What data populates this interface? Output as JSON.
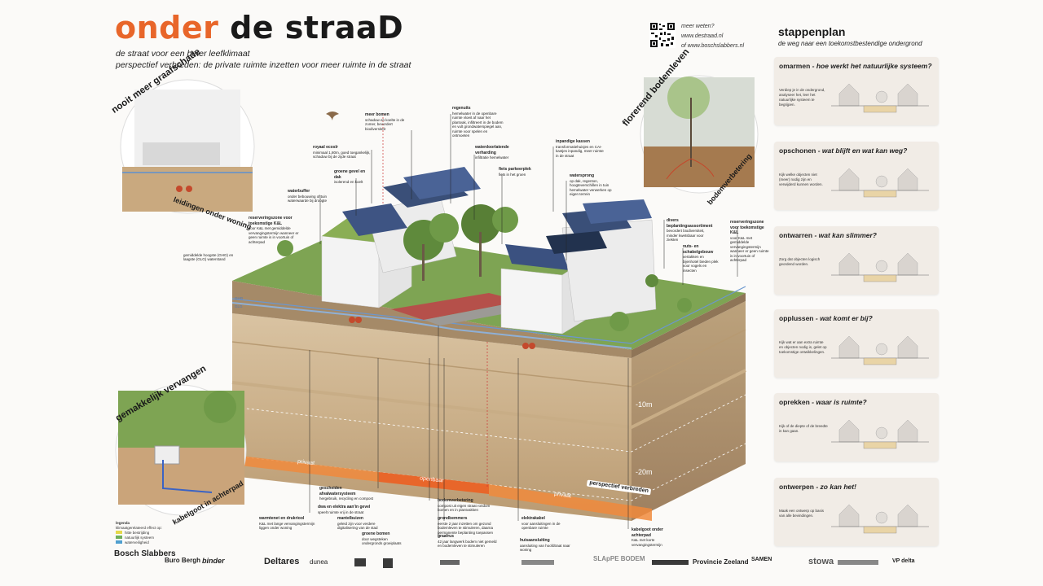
{
  "header": {
    "title_accent": "onder",
    "title_rest": " de straaD",
    "subtitle_1": "de straat voor een beter leefklimaat",
    "subtitle_2": "perspectief verbreden: de private ruimte inzetten voor meer ruimte in de straat",
    "more_info": "meer weten?",
    "url_1": "www.destraad.nl",
    "url_2": "of  www.boschslabbers.nl"
  },
  "stappenplan": {
    "title": "stappenplan",
    "subtitle": "de weg naar een toekomstbestendige ondergrond",
    "steps": [
      {
        "name": "omarmen",
        "question": " - hoe werkt het natuurlijke systeem?",
        "text": "Verdiep je in de ondergrond, analyseer het, leer het natuurlijke systeem te begrijpen."
      },
      {
        "name": "opschonen",
        "question": " - wat blijft en wat kan weg?",
        "text": "Kijk welke objecten niet (meer) nodig zijn en verwijderd kunnen worden."
      },
      {
        "name": "ontwarren",
        "question": " - wat kan slimmer?",
        "text": "Zorg dat objecten logisch geordend worden."
      },
      {
        "name": "opplussen",
        "question": " - wat komt er bij?",
        "text": "Kijk wat er aan extra ruimte en objecten nodig is, gelet op toekomstige ontwikkelingen."
      },
      {
        "name": "oprekken",
        "question": " - waar is ruimte?",
        "text": "Kijk of de diepte of de breedte in kan gaan."
      },
      {
        "name": "ontwerpen",
        "question": " - zo kan het!",
        "text": "Maak een ontwerp op basis van alle bevindingen."
      }
    ]
  },
  "circles": {
    "top_left": {
      "title": "nooit meer graafschade",
      "caption": "leidingen onder woning"
    },
    "top_right": {
      "title": "florerend bodemleven",
      "caption": "bodemverbetering"
    },
    "bottom_left": {
      "title": "gemakkelijk vervangen",
      "caption": "kabelgoot in achterpad"
    }
  },
  "depth": {
    "m10": "-10m",
    "m20": "-20m",
    "privaat_left": "privaat",
    "openbaar": "openbaar",
    "privaat_right": "privaat",
    "perspectief": "perspectief verbreden"
  },
  "labels": {
    "meer_bomen": {
      "title": "meer bomen",
      "text": "schaduw en koelte in de zomer, bevordert biodiversiteit"
    },
    "regenuits": {
      "title": "regenuits",
      "text": "hemelwater in de openbare ruimte vloeit af naar het plantvak, infiltreert in de bodem en vult grondwaterspiegel aan, ruimte voor spelen en ontmoeten"
    },
    "royaal": {
      "title": "royaal ecoslr",
      "text": "minimaal 1,80m, goed toegankelijk, schaduw bij de zijde straat"
    },
    "waterdoorlatend": {
      "title": "waterdoorlatende verharding",
      "text": "infiltratie hemelwater"
    },
    "inpandige": {
      "title": "inpandige kassen",
      "text": "transformatiehuisjes en CAI-kastjes inpandig, meer ruimte in de straat"
    },
    "groene_gevel": {
      "title": "groene gevel en dak",
      "text": "isolerend en koelt"
    },
    "fiets": {
      "title": "fiets parkeerplek",
      "text": "fiets in het groen"
    },
    "watersprong": {
      "title": "watersprong",
      "text": "op dak, regenton, hoogteverschillen in tuin hemelwater verwerken op eigen terrein"
    },
    "waterbuffer": {
      "title": "waterbuffer",
      "text": "onder bebouwing of tuin waterwaarde bij droogte"
    },
    "reservering_left": {
      "title": "reserveringszone voor toekomstige K&L",
      "text": "voor K&L met gemiddelde vervangingstermijn wanneer er geen ruimte is in voortuin of achterpad"
    },
    "grondwater": {
      "title": "",
      "text": "gemiddelde hoogste (GHG) en laagste (GLG) waterstand"
    },
    "diverse": {
      "title": "divers beplantingsassortiment",
      "text": "bevordert biodiversiteit, minder kwetsbaar voor ziekten"
    },
    "reservering_right": {
      "title": "reserveringszone voor toekomstige K&L",
      "text": "voor K&L met gemiddelde vervangingstermijn wanneer er geen ruimte is in voortuin of achterpad"
    },
    "nuts": {
      "title": "nuts- en schakelgebouw",
      "text": "vertakken en bijenhotel bieden plek voor vogels en insecten"
    },
    "gescheiden": {
      "title": "gescheiden afvalwatersysteem",
      "text": "hergebruik, recycling en compost"
    },
    "dwa": {
      "title": "dwa en elektra aan'in gevel",
      "text": "speelt ruimte vrij in de straat"
    },
    "warmtenet": {
      "title": "warmtenet en drukriool",
      "text": "K&L met lange vervangingstermijn liggen onder woning"
    },
    "mantelbuizen": {
      "title": "mantelbuizen",
      "text": "geleid zijn voor verdere digitalisering van de stad"
    },
    "bodemverbetering": {
      "title": "bodemverbetering",
      "text": "compost uit eigen straat rondom bomen en in plantvakken"
    },
    "grondbemmers": {
      "title": "grondbemmers",
      "text": "eerste 2 jaar inzetten om gezond bodemleven te stimuleren, daarna permanente beplanting toepassen"
    },
    "groene_bomen": {
      "title": "groene bomen",
      "text": "door wegsteken ondergronds groeiplaats"
    },
    "graafrus": {
      "title": "graafrus",
      "text": "42 jaar langwerk bodem niet gemeld en bodemleven te stimuleren"
    },
    "elektrakabel": {
      "title": "elektrakabel",
      "text": "voor aansluitingen in de openbare ruimte"
    },
    "huisaansluiting": {
      "title": "huisaansluiting",
      "text": "aansluiting van hoofdtraat naar woning"
    },
    "kabelgoot": {
      "title": "kabelgoot onder achterpad",
      "text": "K&L met korte vervangingstermijn"
    }
  },
  "legend": {
    "title": "legenda",
    "subtitle": "klimaatgerelateerd effect op:",
    "items": [
      "hitte bestrijding",
      "natuurlijk systeem",
      "waterveiligheid"
    ],
    "colors": [
      "#e5d94a",
      "#6fae5a",
      "#4f9fcf"
    ]
  },
  "ghg": "GHG",
  "glg": "GLG",
  "logos": [
    "Bosch Slabbers",
    "Buro Bergh",
    "binder",
    "Deltares",
    "dunea",
    "SLApPE BODEM",
    "Provincie Zeeland",
    "SAMEN",
    "stowa",
    "VP delta"
  ],
  "colors": {
    "accent": "#e8662a",
    "soil": "#cdb08d",
    "grass": "#6f9a48",
    "water": "#4f78b8"
  }
}
